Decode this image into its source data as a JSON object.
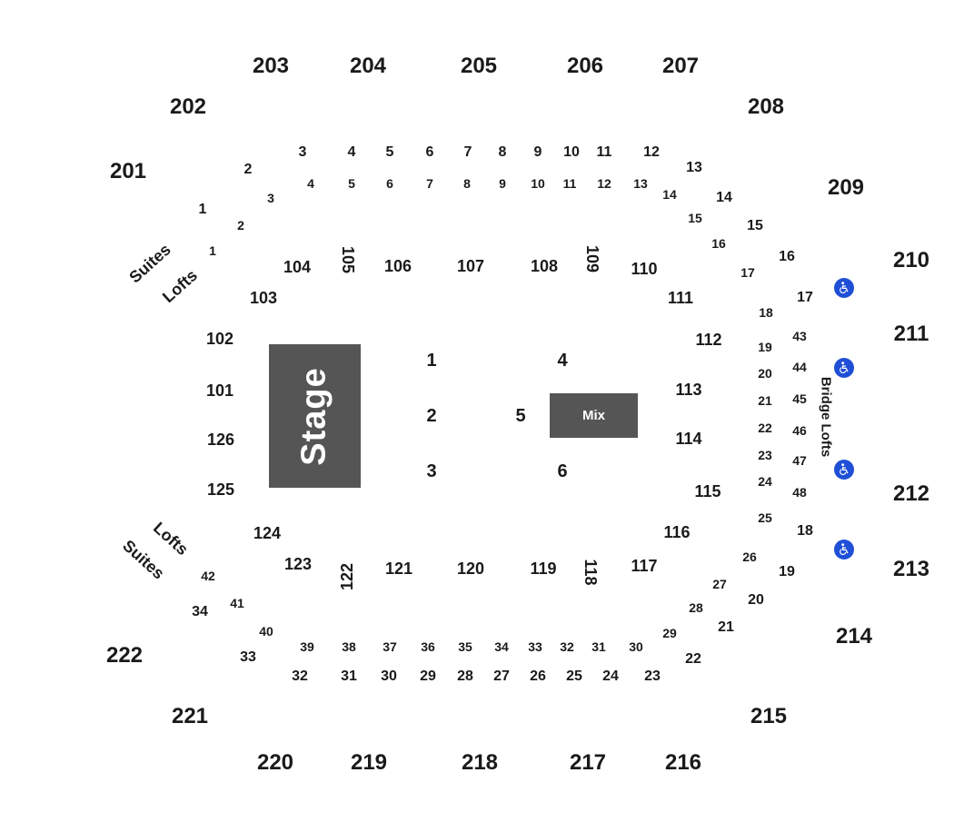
{
  "upper_sections": [
    "201",
    "202",
    "203",
    "204",
    "205",
    "206",
    "207",
    "208",
    "209",
    "210",
    "211",
    "212",
    "213",
    "214",
    "215",
    "216",
    "217",
    "218",
    "219",
    "220",
    "221",
    "222"
  ],
  "lower_sections": [
    "101",
    "102",
    "103",
    "104",
    "105",
    "106",
    "107",
    "108",
    "109",
    "110",
    "111",
    "112",
    "113",
    "114",
    "115",
    "116",
    "117",
    "118",
    "119",
    "120",
    "121",
    "122",
    "123",
    "124",
    "125",
    "126"
  ],
  "floor_sections": [
    "1",
    "2",
    "3",
    "4",
    "5",
    "6"
  ],
  "suite_row_inner": [
    "1",
    "2",
    "3",
    "4",
    "5",
    "6",
    "7",
    "8",
    "9",
    "10",
    "11",
    "12",
    "13",
    "14",
    "15",
    "16",
    "17",
    "18",
    "19",
    "20",
    "21",
    "22",
    "23",
    "24",
    "25",
    "26",
    "27",
    "28",
    "29",
    "30",
    "31",
    "32",
    "33",
    "34",
    "35",
    "36",
    "37",
    "38",
    "39",
    "40",
    "41",
    "42"
  ],
  "suite_row_outer": [
    "1",
    "2",
    "3",
    "4",
    "5",
    "6",
    "7",
    "8",
    "9",
    "10",
    "11",
    "12",
    "13",
    "14",
    "15",
    "16",
    "17",
    "18",
    "19",
    "20",
    "21",
    "22",
    "23",
    "24",
    "25",
    "26",
    "27",
    "28",
    "29",
    "30",
    "31",
    "32",
    "33",
    "34"
  ],
  "bridge_lofts": [
    "43",
    "44",
    "45",
    "46",
    "47",
    "48"
  ],
  "labels": {
    "stage": "Stage",
    "mix": "Mix",
    "suites": "Suites",
    "lofts": "Lofts",
    "bridge_lofts": "Bridge Lofts"
  },
  "accessibility_icon": "wheelchair-icon",
  "colors": {
    "stage_fill": "#555555",
    "accessible_blue": "#1f4fd6",
    "text": "#1a1a1a"
  }
}
